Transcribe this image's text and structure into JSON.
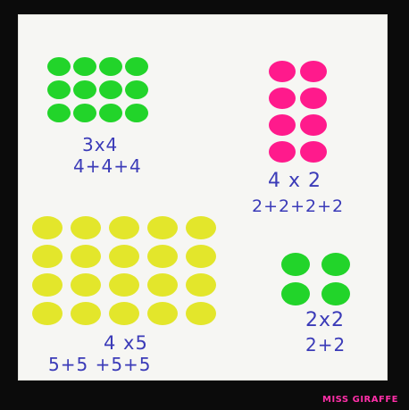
{
  "groups": [
    {
      "id": "green-3x4",
      "rows": 3,
      "cols": 4,
      "color": "#22d42a",
      "expression": "3x4",
      "sum": "4+4+4"
    },
    {
      "id": "pink-4x2",
      "rows": 4,
      "cols": 2,
      "color": "#ff1a8c",
      "expression": "4 x 2",
      "sum": "2+2+2+2"
    },
    {
      "id": "yellow-4x5",
      "rows": 4,
      "cols": 5,
      "color": "#e3e62b",
      "expression": "4 x5",
      "sum": "5+5 +5+5"
    },
    {
      "id": "green-2x2",
      "rows": 2,
      "cols": 2,
      "color": "#22d42a",
      "expression": "2x2",
      "sum": "2+2"
    }
  ],
  "watermark": {
    "part1": "MISS",
    "part2": "GIRAFFE"
  }
}
